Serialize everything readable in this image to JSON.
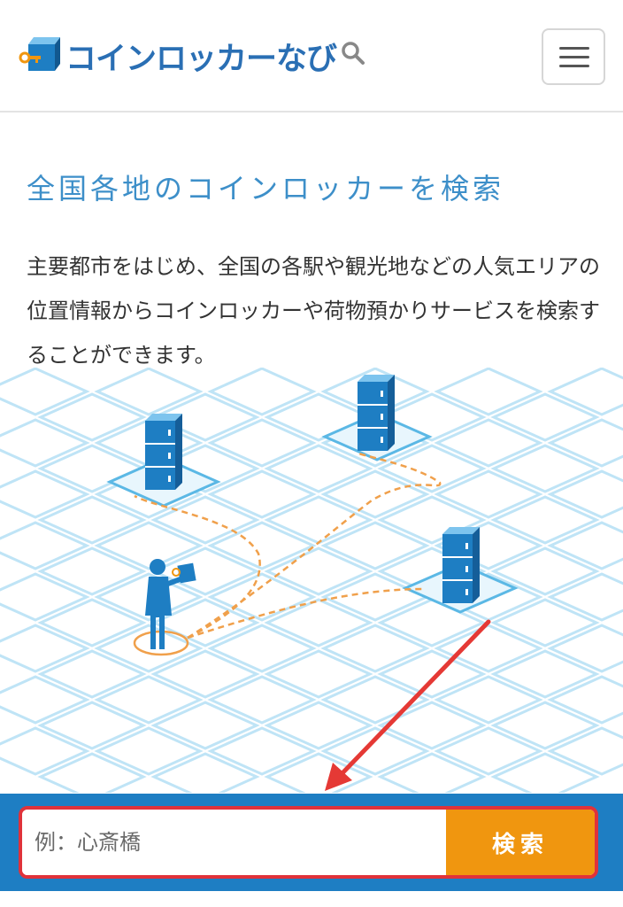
{
  "header": {
    "logo_text": "コインロッカーなび",
    "menu_icon": "hamburger-icon",
    "logo_icon": "locker-key-logo-icon",
    "logo_search_icon": "search-icon"
  },
  "main": {
    "title": "全国各地のコインロッカーを検索",
    "intro": "主要都市をはじめ、全国の各駅や観光地などの人気エリアの位置情報からコインロッカーや荷物預かりサービスを検索することができます。"
  },
  "search": {
    "placeholder": "例：心斎橋",
    "button_label": "検索"
  },
  "colors": {
    "accent_blue": "#1e7ec3",
    "title_blue": "#3d8fc9",
    "button_orange": "#f0960f",
    "highlight_red": "#e0323a"
  }
}
